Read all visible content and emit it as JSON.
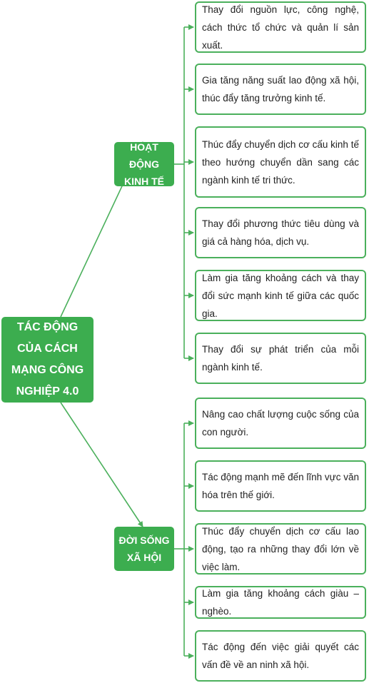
{
  "root": {
    "label": "TÁC ĐỘNG CỦA CÁCH MẠNG CÔNG NGHIỆP 4.0"
  },
  "branches": [
    {
      "label": "HOẠT ĐỘNG KINH TẾ",
      "items": [
        "Thay đổi nguồn lực, công nghệ, cách thức tổ chức và quản lí sản xuất.",
        "Gia tăng năng suất lao động xã hội, thúc đẩy tăng trưởng kinh tế.",
        "Thúc đẩy chuyển dịch cơ cấu kinh tế theo hướng chuyển dần sang các ngành kinh tế tri thức.",
        "Thay đổi phương thức tiêu dùng và giá cả hàng hóa, dịch vụ.",
        "Làm gia tăng khoảng cách và thay đổi sức mạnh kinh tế giữa các quốc gia.",
        "Thay đổi sự phát triển của mỗi ngành kinh tế."
      ]
    },
    {
      "label": "ĐỜI SỐNG XÃ HỘI",
      "items": [
        "Nâng cao chất lượng cuộc sống của con người.",
        "Tác động mạnh mẽ đến lĩnh vực văn hóa trên thế giới.",
        "Thúc đẩy chuyển dịch cơ cấu lao động, tạo ra những thay đổi lớn về việc làm.",
        "Làm gia tăng khoảng cách giàu – nghèo.",
        "Tác động đến việc giải quyết các vấn đề về an ninh xã hội."
      ]
    }
  ],
  "colors": {
    "accent": "#3cad4f",
    "border": "#4bb05c",
    "text": "#222222"
  }
}
